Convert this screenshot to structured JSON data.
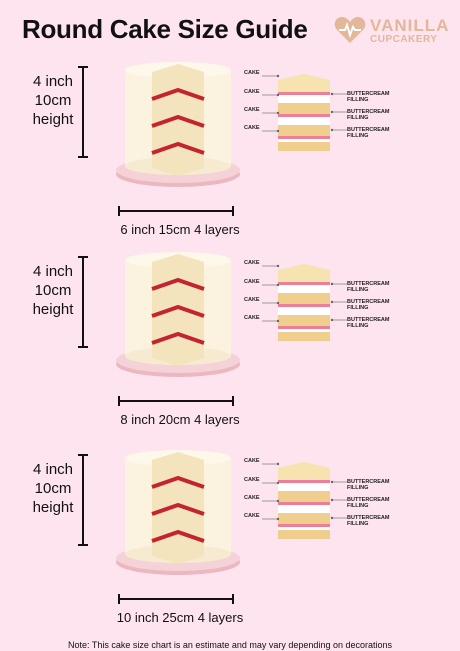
{
  "title": "Round Cake Size Guide",
  "logo": {
    "line1": "VANILLA",
    "line2": "CUPCAKERY"
  },
  "sections": [
    {
      "height_text": [
        "4 inch",
        "10cm",
        "height"
      ],
      "size_label": "6 inch 15cm 4 layers"
    },
    {
      "height_text": [
        "4 inch",
        "10cm",
        "height"
      ],
      "size_label": "8 inch 20cm 4 layers"
    },
    {
      "height_text": [
        "4 inch",
        "10cm",
        "height"
      ],
      "size_label": "10 inch 25cm 4 layers"
    }
  ],
  "slice_labels": {
    "cake": "CAKE",
    "filling_line1": "BUTTERCREAM",
    "filling_line2": "FILLING"
  },
  "note": "Note: This cake size chart is an estimate and may vary depending on decorations",
  "colors": {
    "background": "#fde4ee",
    "cake": "#fbf3df",
    "cake_cut": "#f3e4bd",
    "filling": "#c3242f",
    "board": "#f2c7cd",
    "accent": "#e2b79a"
  }
}
